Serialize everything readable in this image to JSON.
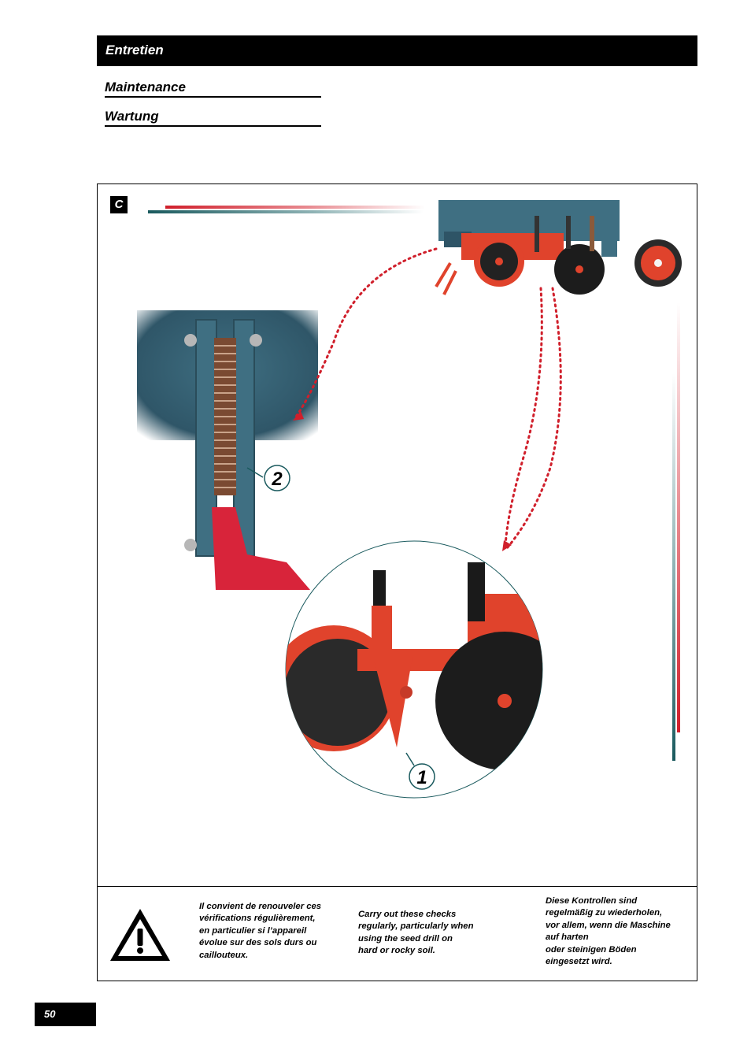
{
  "header": {
    "title": "Entretien"
  },
  "subtitles": {
    "english": "Maintenance",
    "german": "Wartung"
  },
  "figure": {
    "letter": "C",
    "callout_1": "1",
    "callout_2": "2",
    "accent_red": "#d01f2b",
    "accent_teal": "#1a5a5e",
    "machine_blue": "#3f6f82"
  },
  "notes": {
    "french": "Il convient de renouveler ces\nvérifications régulièrement,\nen particulier si l’appareil\névolue sur des sols durs ou\ncaillouteux.",
    "english": "Carry out these checks\nregularly, particularly when\nusing the seed drill on\nhard or rocky soil.",
    "german": "Diese Kontrollen sind\nregelmäßig zu wiederholen,\nvor allem, wenn die Maschine\nauf harten\noder steinigen Böden\neingesetzt wird."
  },
  "page": {
    "number": "50"
  }
}
